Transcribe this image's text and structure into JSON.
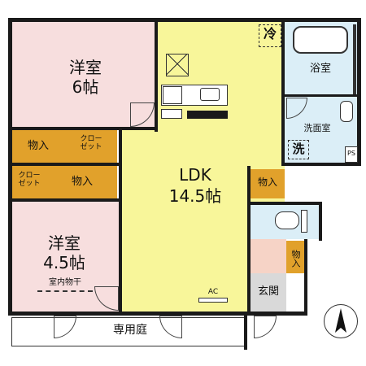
{
  "rooms": {
    "western1": {
      "name": "洋室",
      "size": "6帖"
    },
    "western2": {
      "name": "洋室",
      "size": "4.5帖"
    },
    "ldk": {
      "name": "LDK",
      "size": "14.5帖"
    },
    "bath": {
      "name": "浴室"
    },
    "washroom": {
      "name": "洗面室"
    },
    "entrance": {
      "name": "玄関"
    },
    "garden": {
      "name": "専用庭"
    }
  },
  "storage": {
    "s1": "物入",
    "closet1": "クロー\nゼット",
    "closet2": "クロー\nゼット",
    "s2": "物入",
    "s3": "物入",
    "s4": "物入"
  },
  "labels": {
    "indoor_dry": "室内物干",
    "ac": "AC",
    "ps": "PS",
    "fridge_symbol": "冷",
    "washer_symbol": "洗"
  },
  "colors": {
    "western": "#f7dede",
    "ldk": "#f8f69a",
    "wet": "#dbeef7",
    "storage": "#e1a12b",
    "entrance": "#d9d9d9",
    "toilet_floor": "#dbeef7",
    "hall": "#f6d3c6"
  }
}
